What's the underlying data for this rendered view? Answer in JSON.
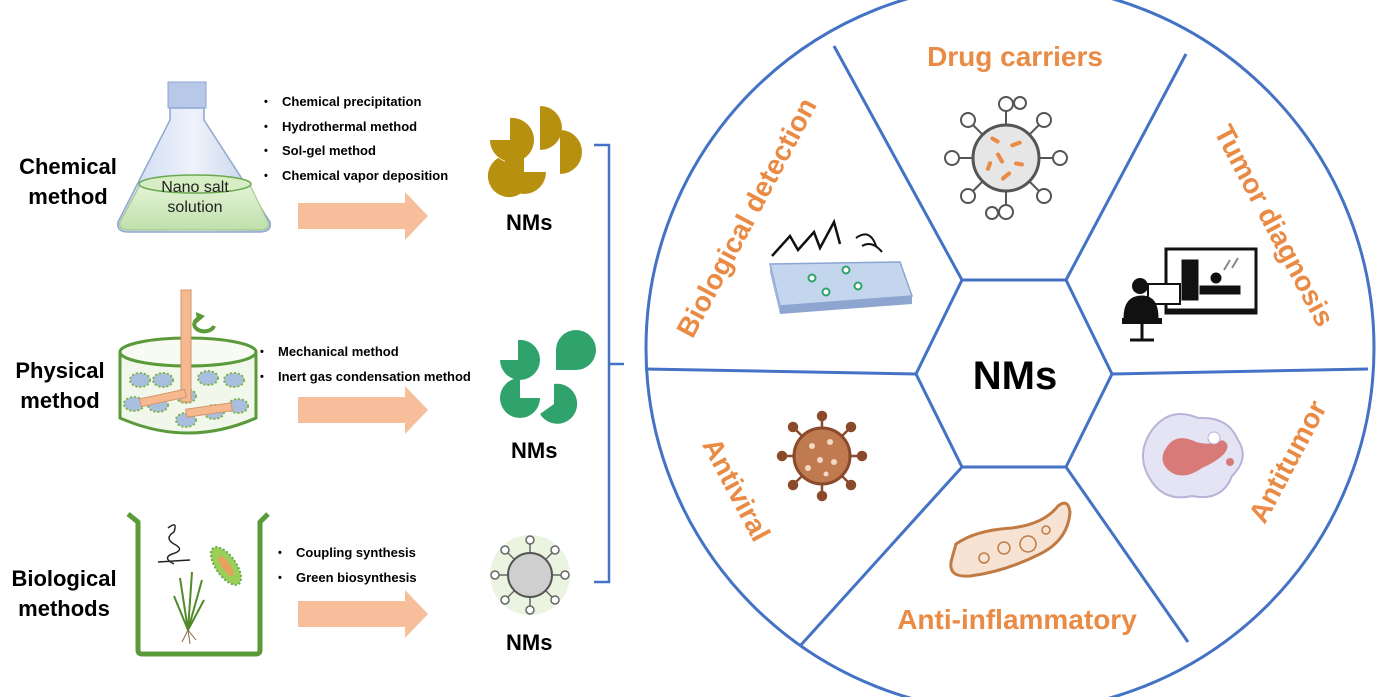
{
  "methods": [
    {
      "label_line1": "Chemical",
      "label_line2": "method",
      "flask_text_line1": "Nano salt",
      "flask_text_line2": "solution",
      "bullets": [
        "Chemical precipitation",
        "Hydrothermal method",
        "Sol-gel method",
        "Chemical vapor deposition"
      ],
      "product": "NMs"
    },
    {
      "label_line1": "Physical",
      "label_line2": "method",
      "bullets": [
        "Mechanical method",
        "Inert gas condensation method"
      ],
      "product": "NMs"
    },
    {
      "label_line1": "Biological",
      "label_line2": "methods",
      "bullets": [
        "Coupling synthesis",
        "Green biosynthesis"
      ],
      "product": "NMs"
    }
  ],
  "wheel": {
    "center_label": "NMs",
    "segments": {
      "top": "Drug carriers",
      "upper_right": "Tumor diagnosis",
      "lower_right": "Antitumor",
      "bottom": "Anti-inflammatory",
      "lower_left": "Antiviral",
      "upper_left": "Biological detection"
    }
  },
  "colors": {
    "arrow": "#F7BE9C",
    "accent_text": "#E98B44",
    "wheel_stroke": "#4472C4",
    "gold_nms": "#B8900F",
    "green_nms": "#2FA36B",
    "vessel_green": "#5A9A3A"
  }
}
